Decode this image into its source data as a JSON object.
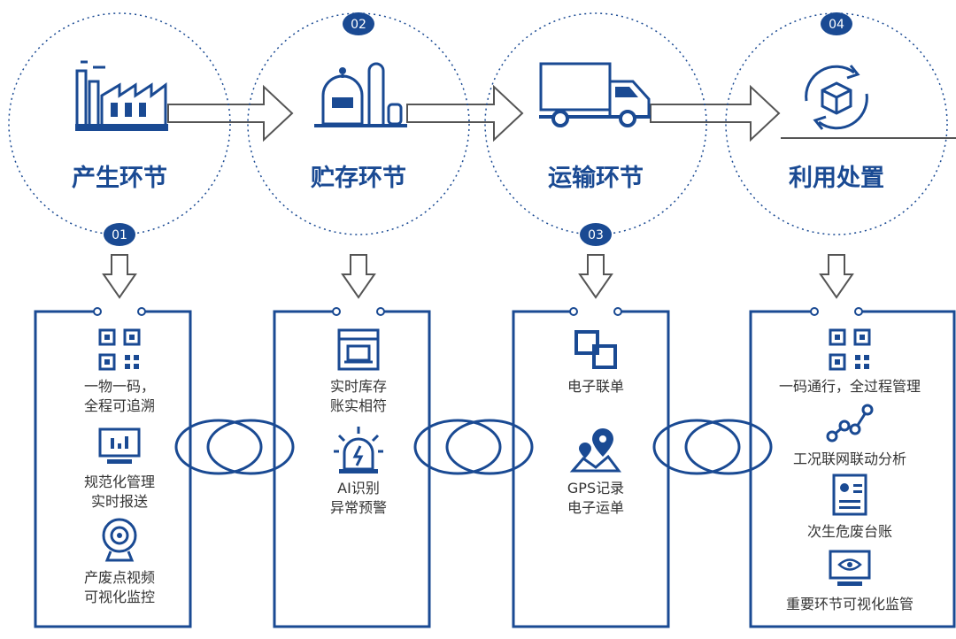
{
  "colors": {
    "primary": "#1a4a93",
    "arrow_outline": "#555555",
    "text": "#333333",
    "background": "#ffffff"
  },
  "stages": [
    {
      "number": "01",
      "title": "产生环节",
      "icon": "factory-icon"
    },
    {
      "number": "02",
      "title": "贮存环节",
      "icon": "storage-tank-icon"
    },
    {
      "number": "03",
      "title": "运输环节",
      "icon": "truck-icon"
    },
    {
      "number": "04",
      "title": "利用处置",
      "icon": "recycle-cube-icon"
    }
  ],
  "panels": [
    {
      "items": [
        {
          "icon": "qr-code-icon",
          "lines": [
            "一物一码，",
            "全程可追溯"
          ]
        },
        {
          "icon": "monitor-chart-icon",
          "lines": [
            "规范化管理",
            "实时报送"
          ]
        },
        {
          "icon": "camera-icon",
          "lines": [
            "产废点视频",
            "可视化监控"
          ]
        }
      ]
    },
    {
      "items": [
        {
          "icon": "inventory-icon",
          "lines": [
            "实时库存",
            "账实相符"
          ]
        },
        {
          "icon": "alarm-light-icon",
          "lines": [
            "AI识别",
            "异常预警"
          ]
        }
      ]
    },
    {
      "items": [
        {
          "icon": "linked-docs-icon",
          "lines": [
            "电子联单"
          ]
        },
        {
          "icon": "map-pin-icon",
          "lines": [
            "GPS记录",
            "电子运单"
          ]
        }
      ]
    },
    {
      "items": [
        {
          "icon": "qr-code-icon",
          "lines": [
            "一码通行，全过程管理"
          ]
        },
        {
          "icon": "network-nodes-icon",
          "lines": [
            "工况联网联动分析"
          ]
        },
        {
          "icon": "id-card-icon",
          "lines": [
            "次生危废台账"
          ]
        },
        {
          "icon": "monitor-eye-icon",
          "lines": [
            "重要环节可视化监管"
          ]
        }
      ]
    }
  ]
}
